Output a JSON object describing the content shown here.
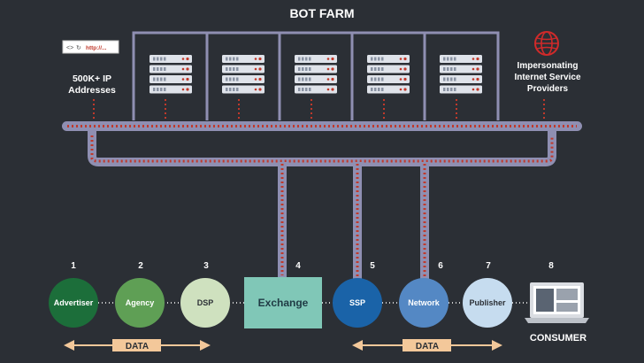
{
  "title": "BOT FARM",
  "browser": {
    "url_text": "http://..."
  },
  "left_label": {
    "line1": "500K+ IP",
    "line2": "Addresses"
  },
  "right_label": {
    "line1": "Impersonating",
    "line2": "Internet Service",
    "line3": "Providers"
  },
  "servers": [
    {},
    {},
    {},
    {},
    {}
  ],
  "nodes": [
    {
      "number": "1",
      "label": "Advertiser",
      "fill": "#1c6e3a"
    },
    {
      "number": "2",
      "label": "Agency",
      "fill": "#5f9f55"
    },
    {
      "number": "3",
      "label": "DSP",
      "fill": "#cfe1bf"
    },
    {
      "number": "4",
      "label": "Exchange",
      "fill": "#80c7b7"
    },
    {
      "number": "5",
      "label": "SSP",
      "fill": "#1a63a8"
    },
    {
      "number": "6",
      "label": "Network",
      "fill": "#5488c4"
    },
    {
      "number": "7",
      "label": "Publisher",
      "fill": "#c6dcef"
    },
    {
      "number": "8",
      "label": "CONSUMER"
    }
  ],
  "data_arrows": [
    {
      "label": "DATA"
    },
    {
      "label": "DATA"
    }
  ],
  "colors": {
    "background": "#2b2f35",
    "pipe": "#8f8fb2",
    "pipe_dots": "#c0392b",
    "arrow": "#f3c89a",
    "globe": "#d02a2a"
  }
}
